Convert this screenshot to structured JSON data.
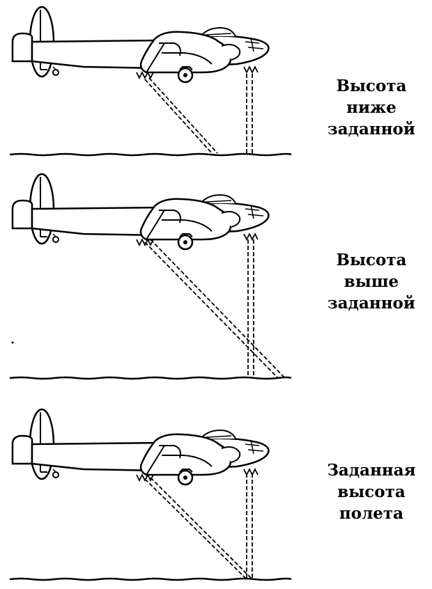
{
  "colors": {
    "ink": "#000000",
    "paper": "#ffffff"
  },
  "panels": [
    {
      "caption": [
        "Высота",
        "ниже",
        "заданной"
      ],
      "beam_state": "below-set-altitude"
    },
    {
      "caption": [
        "Высота",
        "выше",
        "заданной"
      ],
      "beam_state": "above-set-altitude"
    },
    {
      "caption": [
        "Заданная",
        "высота",
        "полета"
      ],
      "beam_state": "at-set-altitude"
    }
  ]
}
